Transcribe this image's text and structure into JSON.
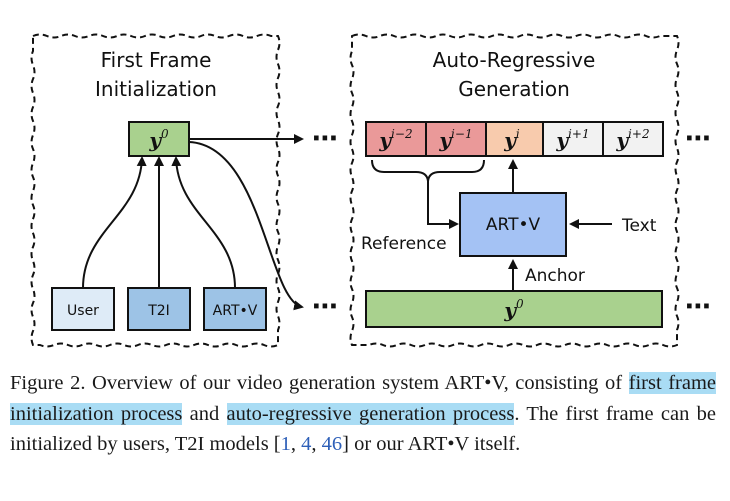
{
  "colors": {
    "green_fill": "#a9d18e",
    "blue_fill": "#a4c2f4",
    "light_blue_fill": "#deebf7",
    "mid_blue_fill": "#9dc3e6",
    "red_fill": "#ea9999",
    "peach_fill": "#f8cbad",
    "gray_fill": "#f2f2f2",
    "highlight": "#a9dcf4",
    "citation": "#2d5fb8"
  },
  "left_panel": {
    "title_line1": "First Frame",
    "title_line2": "Initialization",
    "y0_base": "y",
    "y0_sup": "0",
    "sources": {
      "user": "User",
      "t2i": "T2I",
      "artv": "ART•V"
    }
  },
  "right_panel": {
    "title_line1": "Auto-Regressive",
    "title_line2": "Generation",
    "frames": [
      {
        "base": "y",
        "sup": "i−2"
      },
      {
        "base": "y",
        "sup": "i−1"
      },
      {
        "base": "y",
        "sup": "i"
      },
      {
        "base": "y",
        "sup": "i+1"
      },
      {
        "base": "y",
        "sup": "i+2"
      }
    ],
    "model_label": "ART•V",
    "text_label": "Text",
    "reference_label": "Reference",
    "anchor_label": "Anchor",
    "anchor_frame": {
      "base": "y",
      "sup": "0"
    }
  },
  "ellipsis": "⋯",
  "caption": {
    "prefix": "Figure 2.  Overview of our video generation system ART•V, consisting of ",
    "highlight1": "first frame initialization process",
    "middle": " and ",
    "highlight2": "auto-regressive generation process",
    "after": ".  The first frame can be initialized by users, T2I models [",
    "cite1": "1",
    "sep1": ", ",
    "cite2": "4",
    "sep2": ", ",
    "cite3": "46",
    "suffix": "] or our ART•V itself."
  }
}
